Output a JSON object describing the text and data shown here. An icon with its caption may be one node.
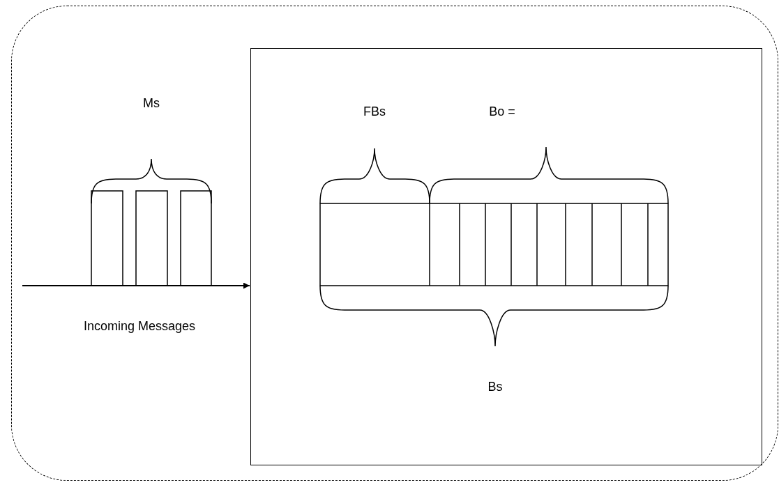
{
  "diagram": {
    "nodes": [
      {
        "text": [],
        "shape": "box"
      },
      {
        "text": [],
        "shape": "box",
        "in": 0
      }
    ],
    "edges": [
      {
        "from": null,
        "to": 1,
        "arrow": "to"
      }
    ],
    "labels": [
      "Ms",
      "Incoming Messages",
      "FBs",
      "Bo =",
      "Bs"
    ]
  }
}
